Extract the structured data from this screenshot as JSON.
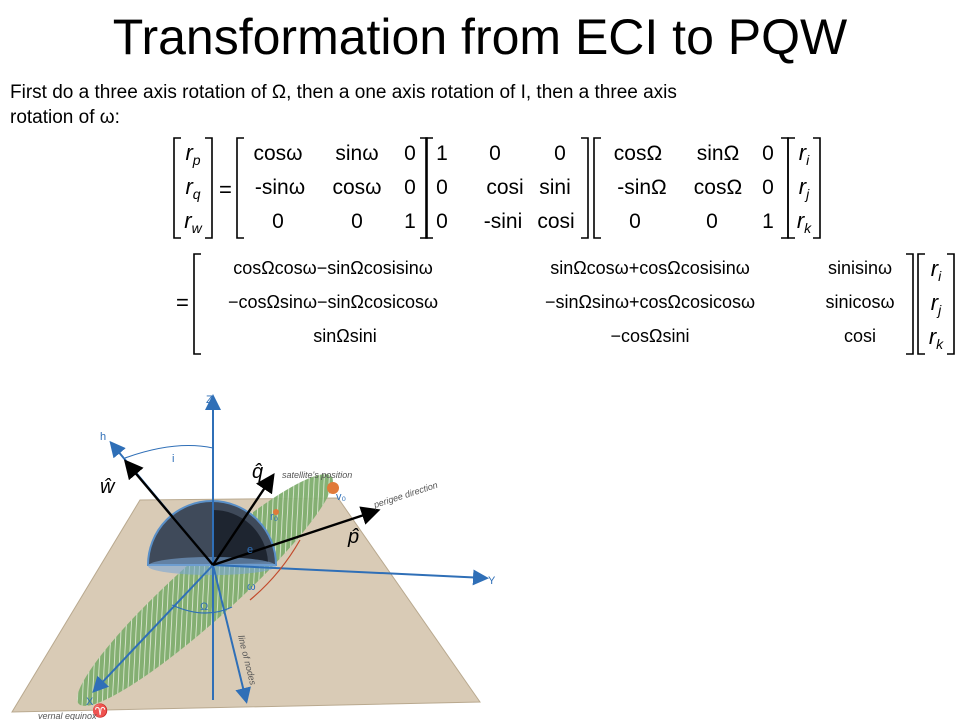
{
  "slide": {
    "title": "Transformation from ECI to PQW",
    "intro_line1": "First do a three axis rotation of Ω, then a one axis rotation of I, then a three axis",
    "intro_line2": "rotation of ω:"
  },
  "equation1": {
    "lhs": [
      "r_p",
      "r_q",
      "r_w"
    ],
    "rot_w": [
      [
        "cosω",
        "sinω",
        "0"
      ],
      [
        "-sinω",
        "cosω",
        "0"
      ],
      [
        "0",
        "0",
        "1"
      ]
    ],
    "rot_i": [
      [
        "1",
        "0",
        "0"
      ],
      [
        "0",
        "cosi",
        "sini"
      ],
      [
        "0",
        "-sini",
        "cosi"
      ]
    ],
    "rot_O": [
      [
        "cosΩ",
        "sinΩ",
        "0"
      ],
      [
        "-sinΩ",
        "cosΩ",
        "0"
      ],
      [
        "0",
        "0",
        "1"
      ]
    ],
    "rhs": [
      "r_i",
      "r_j",
      "r_k"
    ]
  },
  "equation2": {
    "matrix": [
      [
        "cosΩcosω−sinΩcosisinω",
        "sinΩcosω+cosΩcosisinω",
        "sinisinω"
      ],
      [
        "−cosΩsinω−sinΩcosicosω",
        "−sinΩsinω+cosΩcosicosω",
        "sinicosω"
      ],
      [
        "sinΩsini",
        "−cosΩsini",
        "cosi"
      ]
    ],
    "rhs": [
      "r_i",
      "r_j",
      "r_k"
    ]
  },
  "diagram": {
    "axis_z": "Z",
    "axis_y": "Y",
    "axis_x": "X",
    "axis_h": "h",
    "label_i": "i",
    "sat_pos": "satellite's position",
    "perigee": "perigee direction",
    "v0": "v₀",
    "r0": "r₀",
    "e": "e",
    "omega_small": "ω",
    "omega_big": "Ω",
    "nodes": "line of nodes",
    "aries": "♈",
    "vernal": "vernal equinox",
    "hat_w": "ŵ",
    "hat_q": "q̂",
    "hat_p": "p̂"
  }
}
